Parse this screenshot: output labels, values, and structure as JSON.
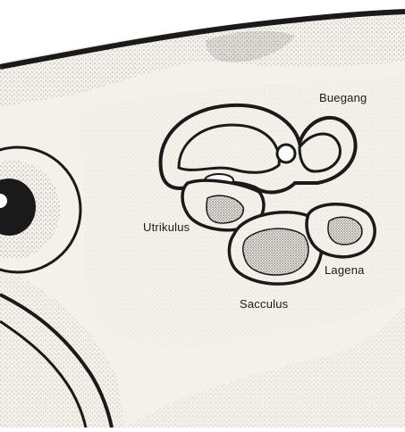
{
  "labels": {
    "buegang": "Buegang",
    "utrikulus": "Utrikulus",
    "lagena": "Lagena",
    "sacculus": "Sacculus"
  },
  "colors": {
    "paper": "#f4f1ea",
    "ink": "#1a1a1a"
  },
  "icons": {
    "eye": "fish-eye",
    "body": "fish-head-outline"
  }
}
